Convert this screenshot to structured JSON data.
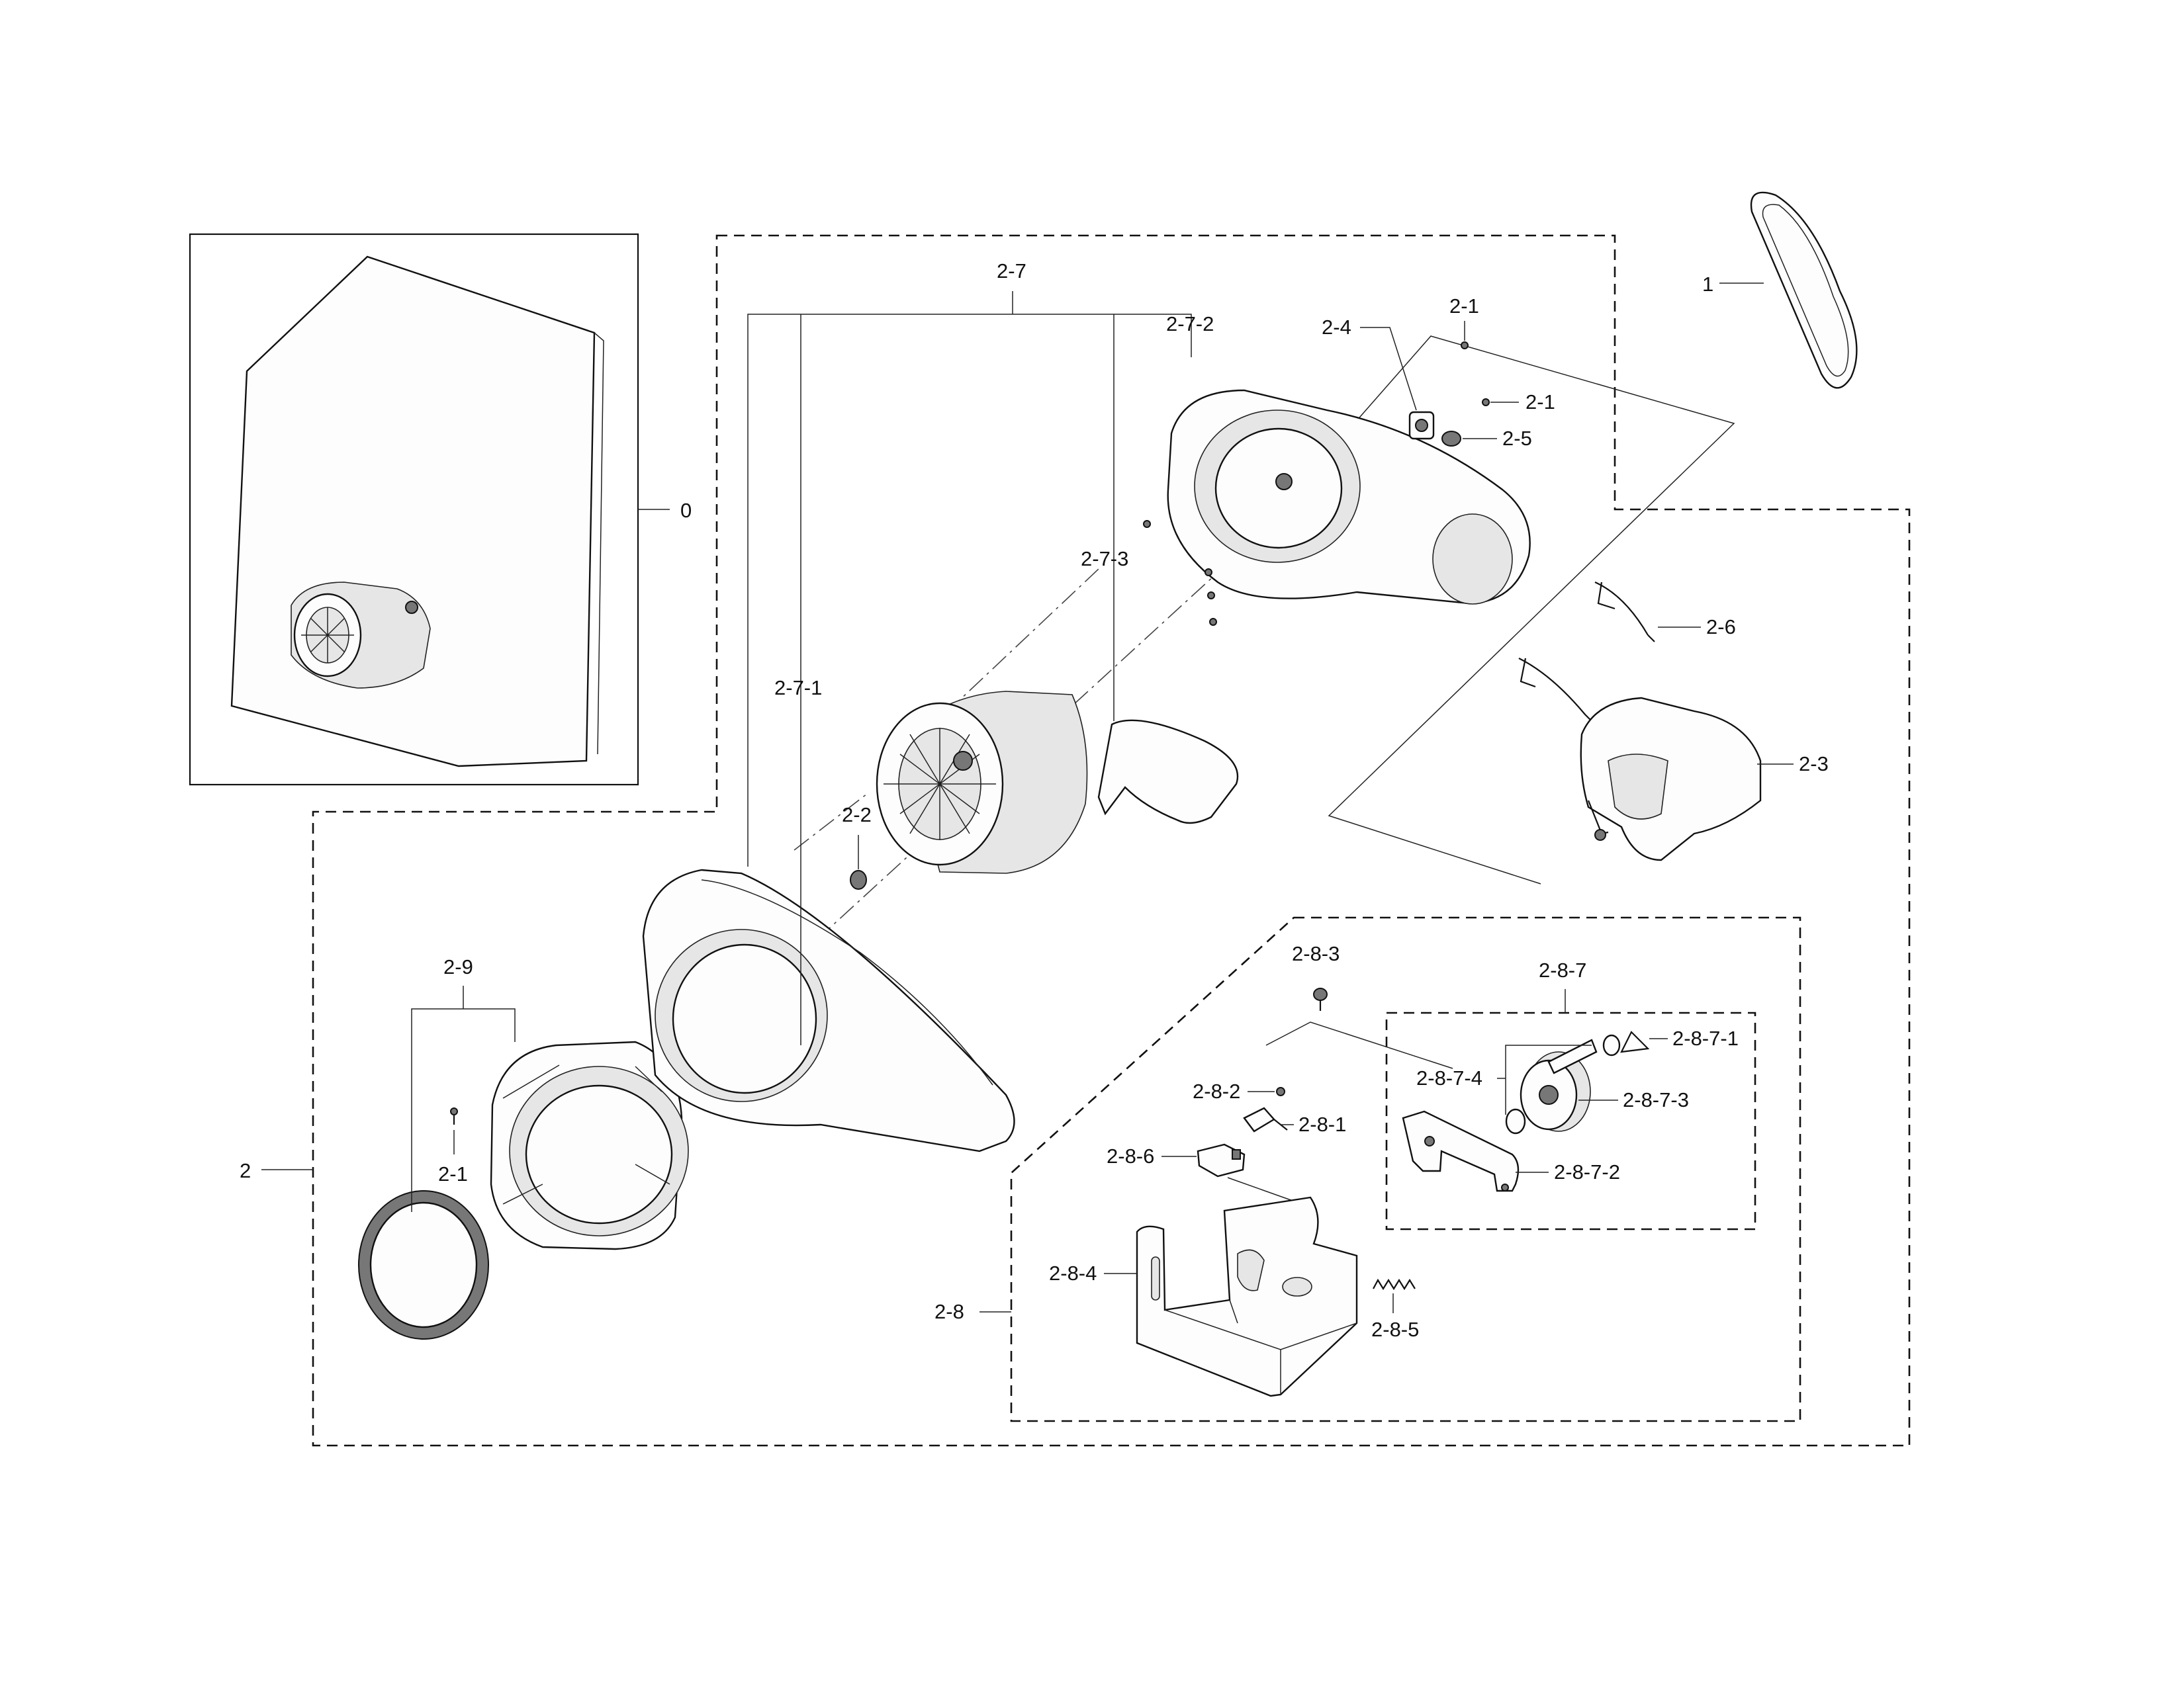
{
  "labels": {
    "l0": "0",
    "l1": "1",
    "l2": "2",
    "l2_1a": "2-1",
    "l2_1b": "2-1",
    "l2_1c": "2-1",
    "l2_2": "2-2",
    "l2_3": "2-3",
    "l2_4": "2-4",
    "l2_5": "2-5",
    "l2_6": "2-6",
    "l2_7": "2-7",
    "l2_7_1": "2-7-1",
    "l2_7_2": "2-7-2",
    "l2_7_3": "2-7-3",
    "l2_8": "2-8",
    "l2_8_1": "2-8-1",
    "l2_8_2": "2-8-2",
    "l2_8_3": "2-8-3",
    "l2_8_4": "2-8-4",
    "l2_8_5": "2-8-5",
    "l2_8_6": "2-8-6",
    "l2_8_7": "2-8-7",
    "l2_8_7_1": "2-8-7-1",
    "l2_8_7_2": "2-8-7-2",
    "l2_8_7_3": "2-8-7-3",
    "l2_8_7_4": "2-8-7-4",
    "l2_9": "2-9"
  }
}
